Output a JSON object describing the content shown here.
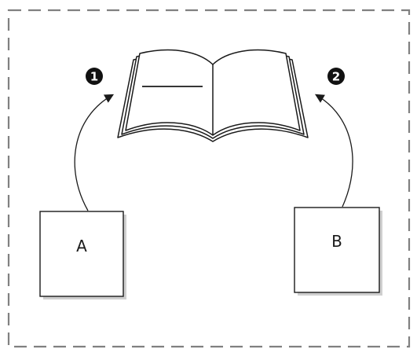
{
  "boxes": {
    "a": {
      "label": "A"
    },
    "b": {
      "label": "B"
    }
  },
  "steps": {
    "first": {
      "number": "1"
    },
    "second": {
      "number": "2"
    }
  },
  "icons": {
    "center": "open-book-icon",
    "step_marker": "filled-circle-number"
  },
  "colors": {
    "stroke": "#1a1a1a",
    "border_dash": "#808080",
    "shadow": "#cfcfcf",
    "background": "#ffffff"
  }
}
